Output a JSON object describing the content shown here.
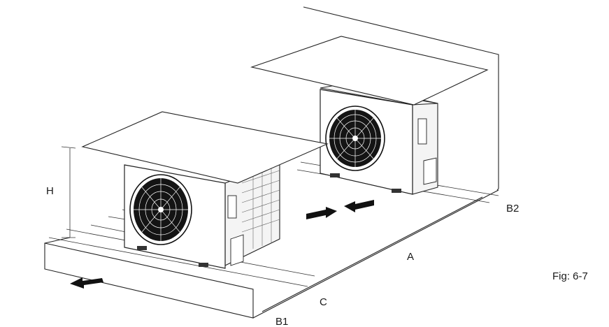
{
  "diagram": {
    "labels": {
      "h": "H",
      "a": "A",
      "b1": "B1",
      "b2": "B2",
      "c": "C"
    },
    "figure_caption": "Fig: 6-7"
  }
}
